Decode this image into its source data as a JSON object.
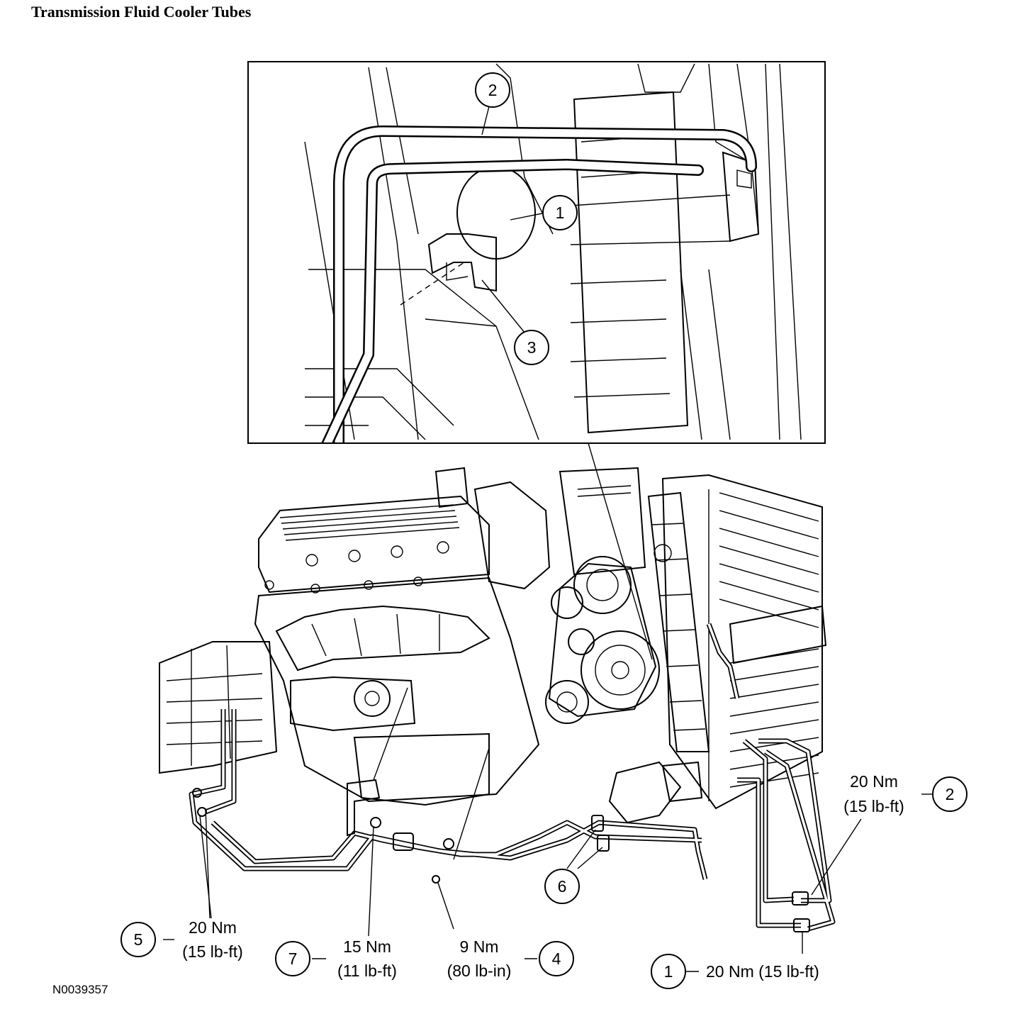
{
  "title": "Transmission Fluid Cooler Tubes",
  "figure_id": "N0039357",
  "callouts": [
    {
      "number": "1",
      "text": "20 Nm (15 lb-ft)"
    },
    {
      "number": "2",
      "line1": "20 Nm",
      "line2": "(15 lb-ft)"
    },
    {
      "number": "4",
      "line1": "9 Nm",
      "line2": "(80 lb-in)"
    },
    {
      "number": "5",
      "line1": "20 Nm",
      "line2": "(15 lb-ft)"
    },
    {
      "number": "6"
    },
    {
      "number": "7",
      "line1": "15 Nm",
      "line2": "(11 lb-ft)"
    }
  ],
  "detail_callouts": [
    "2",
    "1",
    "3"
  ]
}
